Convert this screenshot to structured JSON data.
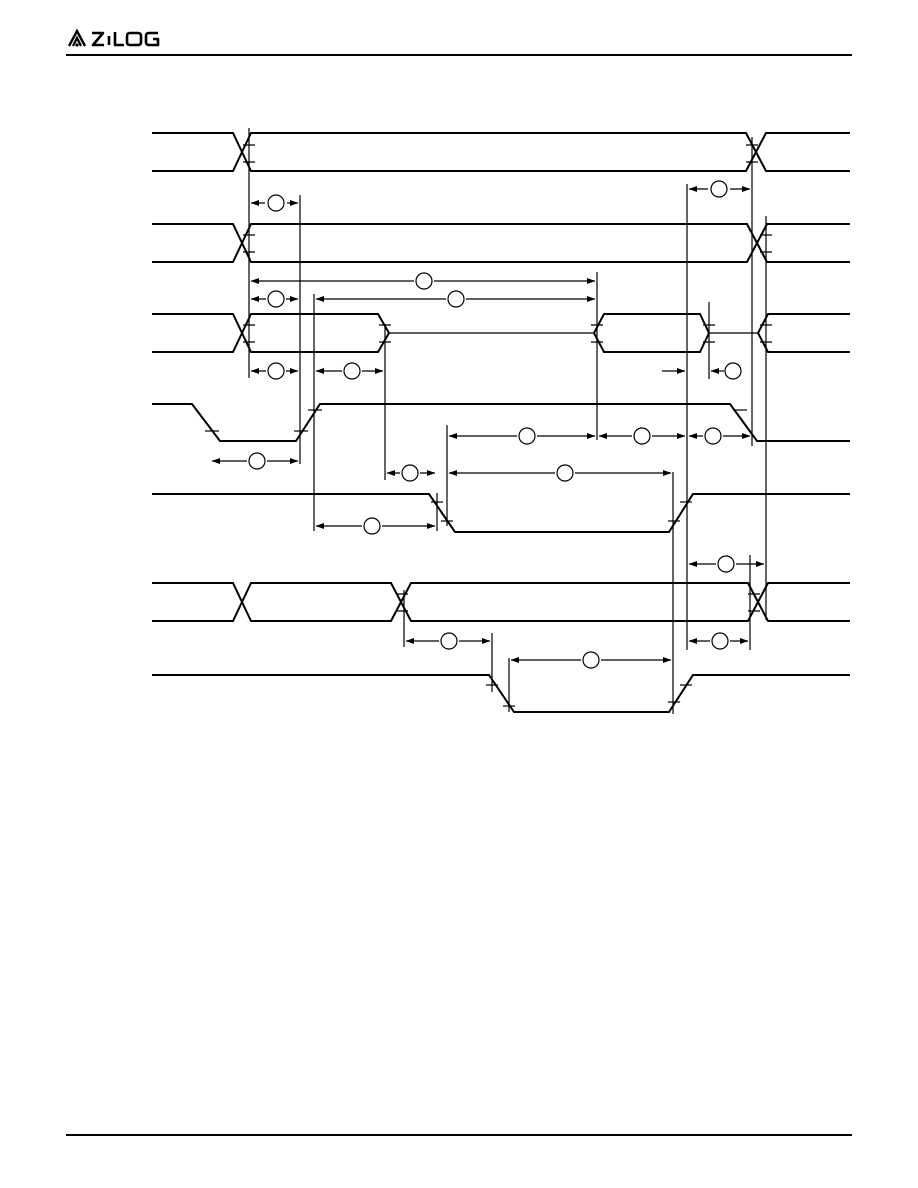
{
  "header": {
    "logo_text": "ZiLOG",
    "logo_icon": "zilog-mark-icon"
  },
  "diagram": {
    "type": "timing-diagram",
    "signal_traces": [
      "bus-1",
      "bus-2",
      "bus-3",
      "strobe-low",
      "strobe-mid",
      "bus-4",
      "strobe-bottom"
    ],
    "parameter_markers": 17
  },
  "colors": {
    "ink": "#000000",
    "paper": "#ffffff"
  }
}
